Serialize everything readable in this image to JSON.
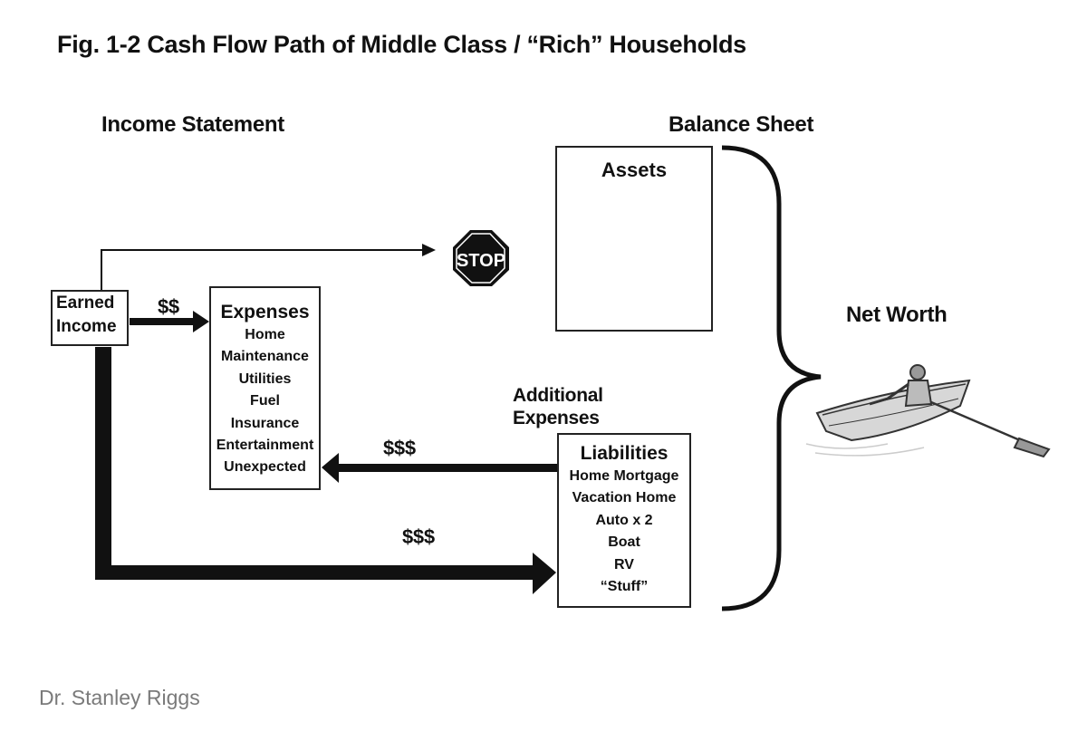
{
  "title": "Fig. 1-2 Cash Flow Path of Middle Class / “Rich” Households",
  "labels": {
    "income_statement": "Income Statement",
    "balance_sheet": "Balance Sheet",
    "net_worth": "Net Worth",
    "additional_expenses_line1": "Additional",
    "additional_expenses_line2": "Expenses",
    "stop": "STOP"
  },
  "earned_income": {
    "line1": "Earned",
    "line2": "Income"
  },
  "flows": {
    "to_expenses": "$$",
    "liabilities_to_expenses": "$$$",
    "income_to_liabilities": "$$$"
  },
  "expenses": {
    "heading": "Expenses",
    "items": [
      "Home",
      "Maintenance",
      "Utilities",
      "Fuel",
      "Insurance",
      "Entertainment",
      "Unexpected"
    ]
  },
  "liabilities": {
    "heading": "Liabilities",
    "items": [
      "Home Mortgage",
      "Vacation Home",
      "Auto x 2",
      "Boat",
      "RV",
      "“Stuff”"
    ]
  },
  "assets": {
    "heading": "Assets"
  },
  "credit": "Dr. Stanley Riggs"
}
